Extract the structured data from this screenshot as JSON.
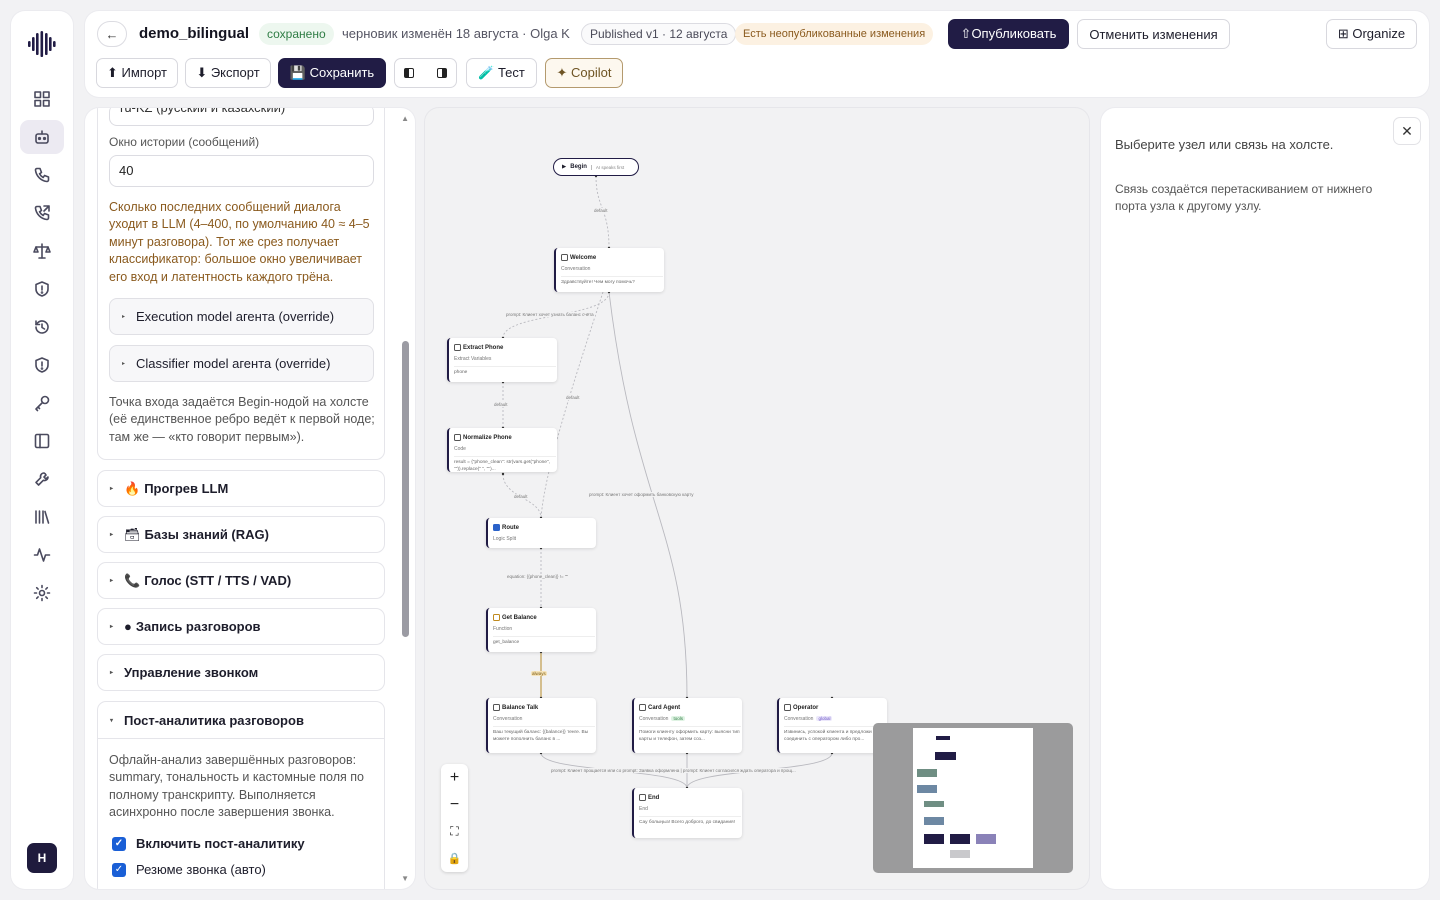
{
  "header": {
    "back_icon": "arrow-left-icon",
    "agent_name": "demo_bilingual",
    "saved_status": "сохранено",
    "draft_info": "черновик изменён 18 августа · Olga K",
    "published_badge": "Published v1 · 12 августа",
    "unpublished_badge": "Есть неопубликованные изменения",
    "publish_label": "⇧Опубликовать",
    "discard_label": "Отменить изменения",
    "organize_label": "⊞ Organize",
    "import_label": "⬆ Импорт",
    "export_label": "⬇ Экспорт",
    "save_label": "💾 Сохранить",
    "test_label": "🧪 Тест",
    "copilot_label": "✦ Copilot"
  },
  "rail": {
    "avatar_initial": "H",
    "active_index": 1,
    "icons": [
      "dashboard-icon",
      "bot-icon",
      "phone-icon",
      "phone-forward-icon",
      "scale-icon",
      "shield-icon",
      "history-icon",
      "shield-check-icon",
      "key-icon",
      "sidebar-icon",
      "tools-icon",
      "library-icon",
      "activity-icon",
      "settings-icon"
    ]
  },
  "settings": {
    "language_value": "ru-KZ (русский и казахский)",
    "history_label": "Окно истории (сообщений)",
    "history_value": "40",
    "history_help": "Сколько последних сообщений диалога уходит в LLM (4–400, по умолчанию 40 ≈ 4–5 минут разговора). Тот же срез получает классификатор: большое окно увеличивает его вход и латентность каждого трёна.",
    "execution_model": "Execution model агента (override)",
    "classifier_model": "Classifier model агента (override)",
    "entry_help": "Точка входа задаётся Begin-нодой на холсте (её единственное ребро ведёт к первой ноде; там же — «кто говорит первым»).",
    "sections": [
      {
        "emoji": "🔥",
        "label": "Прогрев LLM"
      },
      {
        "emoji": "🗃",
        "label": "Базы знаний (RAG)"
      },
      {
        "emoji": "📞",
        "label": "Голос (STT / TTS / VAD)"
      },
      {
        "emoji": "●",
        "label": "Запись разговоров"
      },
      {
        "emoji": "",
        "label": "Управление звонком"
      }
    ],
    "post_title": "Пост-аналитика разговоров",
    "post_desc": "Офлайн-анализ завершённых разговоров: summary, тональность и кастомные поля по полному транскрипту. Выполняется асинхронно после завершения звонка.",
    "post_enable": "Включить пост-аналитику",
    "post_summary": "Резюме звонка (авто)"
  },
  "canvas": {
    "begin": {
      "label": "Begin",
      "sub": "AI speaks first"
    },
    "nodes": [
      {
        "id": "welcome",
        "title": "Welcome",
        "type": "Conversation",
        "body": "Здравствуйте! Чем могу помочь?"
      },
      {
        "id": "extract",
        "title": "Extract Phone",
        "type": "Extract Variables",
        "body": "phone"
      },
      {
        "id": "normalize",
        "title": "Normalize Phone",
        "type": "Code",
        "body": "result = {\"phone_clean\": str(vars.get(\"phone\", \"\")).replace(\" \", \"\")..."
      },
      {
        "id": "route",
        "title": "Route",
        "type": "Logic Split",
        "body": ""
      },
      {
        "id": "getbal",
        "title": "Get Balance",
        "type": "Function",
        "body": "get_balance"
      },
      {
        "id": "baltalk",
        "title": "Balance Talk",
        "type": "Conversation",
        "body": "Ваш текущий баланс: {{balance}} тенге. Вы можете пополнить баланс в ..."
      },
      {
        "id": "card",
        "title": "Card Agent",
        "type": "Conversation",
        "badge": "tools",
        "body": "Помоги клиенту оформить карту: выясни тип карты и телефон, затем соз..."
      },
      {
        "id": "operator",
        "title": "Operator",
        "type": "Conversation",
        "badge": "global",
        "body": "Извинись, успокой клиента и предложи соединить с оператором либо про..."
      },
      {
        "id": "end",
        "title": "End",
        "type": "End",
        "body": "Сау болыңыз! Всего доброго, до свидания!"
      }
    ],
    "edge_labels": {
      "begin_default": "default",
      "welcome_extract": "prompt: Клиент хочет узнать баланс счёта",
      "extract_default": "default",
      "welcome_default": "default",
      "normalize_default": "default",
      "welcome_card": "prompt: Клиент хочет оформить банковскую карту",
      "route_eq": "equation: {{phone_clean}} != \"\"",
      "always": "always",
      "to_end": "prompt: Клиент прощается или со prompt: Заявка оформлена | prompt: Клиент согласился ждать оператора и прощ..."
    }
  },
  "inspector": {
    "empty_title": "Выберите узел или связь на холсте.",
    "empty_help": "Связь создаётся перетаскиванием от нижнего порта узла к другому узлу."
  },
  "colors": {
    "accent": "#211c45",
    "warn": "#8a5a1e",
    "saved": "#2f7d45",
    "checkbox": "#1a5fd6"
  }
}
